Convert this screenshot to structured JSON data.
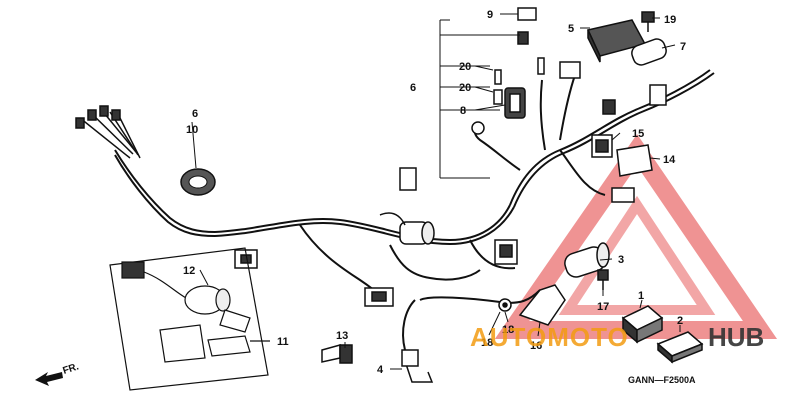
{
  "parts": [
    {
      "id": "p1",
      "label": "1"
    },
    {
      "id": "p2",
      "label": "2"
    },
    {
      "id": "p3",
      "label": "3"
    },
    {
      "id": "p4",
      "label": "4"
    },
    {
      "id": "p5",
      "label": "5"
    },
    {
      "id": "p6a",
      "label": "6"
    },
    {
      "id": "p10",
      "label": "10"
    },
    {
      "id": "p6b",
      "label": "6"
    },
    {
      "id": "p7",
      "label": "7"
    },
    {
      "id": "p8",
      "label": "8"
    },
    {
      "id": "p9",
      "label": "9"
    },
    {
      "id": "p11",
      "label": "11"
    },
    {
      "id": "p12",
      "label": "12"
    },
    {
      "id": "p13",
      "label": "13"
    },
    {
      "id": "p14",
      "label": "14"
    },
    {
      "id": "p15",
      "label": "15"
    },
    {
      "id": "p16",
      "label": "16"
    },
    {
      "id": "p17",
      "label": "17"
    },
    {
      "id": "p18a",
      "label": "18"
    },
    {
      "id": "p18b",
      "label": "18"
    },
    {
      "id": "p19",
      "label": "19"
    },
    {
      "id": "p20a",
      "label": "20"
    },
    {
      "id": "p20b",
      "label": "20"
    }
  ],
  "direction_label": "FR.",
  "diagram_code": "GANN—F2500A",
  "watermark": {
    "text_left": "AUTOMOTO",
    "text_right": "HUB",
    "color_primary": "#f39c12",
    "color_secondary": "#d9232e",
    "color_dark": "#333333"
  },
  "colors": {
    "line": "#111111",
    "background": "#ffffff"
  }
}
